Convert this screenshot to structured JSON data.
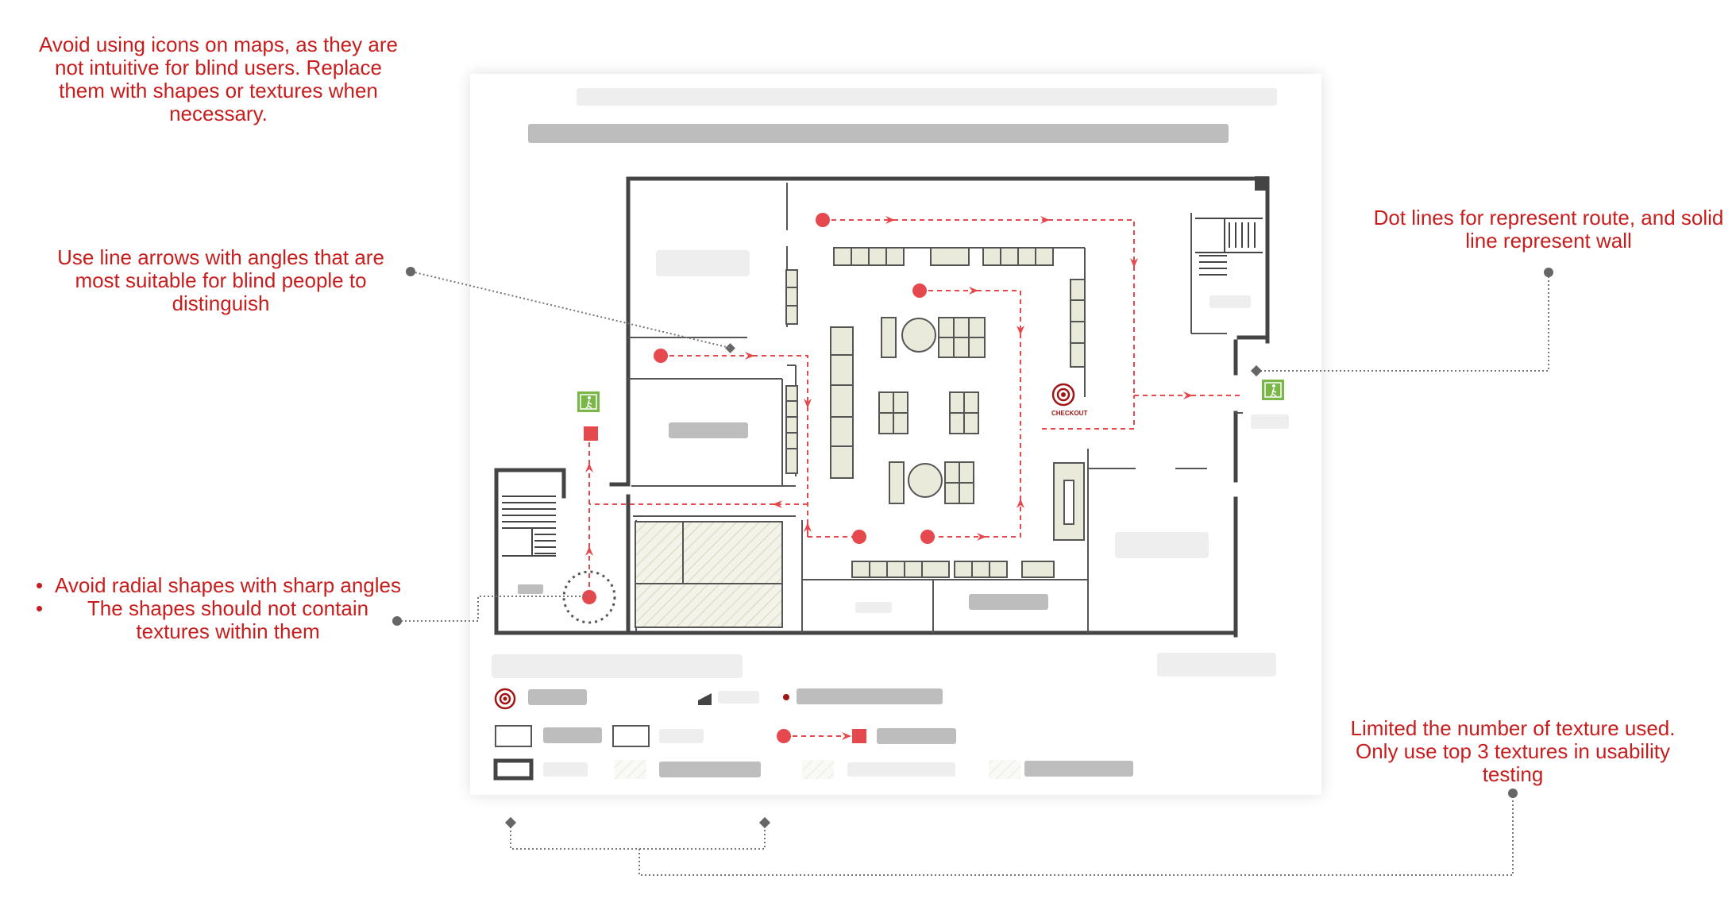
{
  "annotations": {
    "icons_note": "Avoid using icons on maps, as they are not intuitive for blind users. Replace them with shapes or textures when necessary.",
    "arrows_note": "Use line arrows with angles that are most suitable for blind people to distinguish",
    "radial_notes": [
      "Avoid radial shapes with sharp angles",
      "The shapes should not contain textures within them"
    ],
    "route_note": "Dot lines for represent route, and solid line represent wall",
    "texture_note": "Limited the number of texture used. Only use top 3 textures in usability testing"
  },
  "map_text": {
    "counter_label": "CHECKOUT",
    "exit_glyph": "🏃"
  },
  "colors": {
    "annotation": "#c81d1d",
    "route": "#e5484d",
    "wall": "#444444",
    "exit": "#7ab648",
    "furniture_fill": "#e9ead9",
    "placeholder": "#bdbdbd",
    "placeholder_light": "#eeeeee"
  },
  "icons": [
    "target-icon",
    "exit-sign-icon",
    "start-dot-icon",
    "destination-square-icon",
    "stairs-icon",
    "arrow-icon"
  ]
}
